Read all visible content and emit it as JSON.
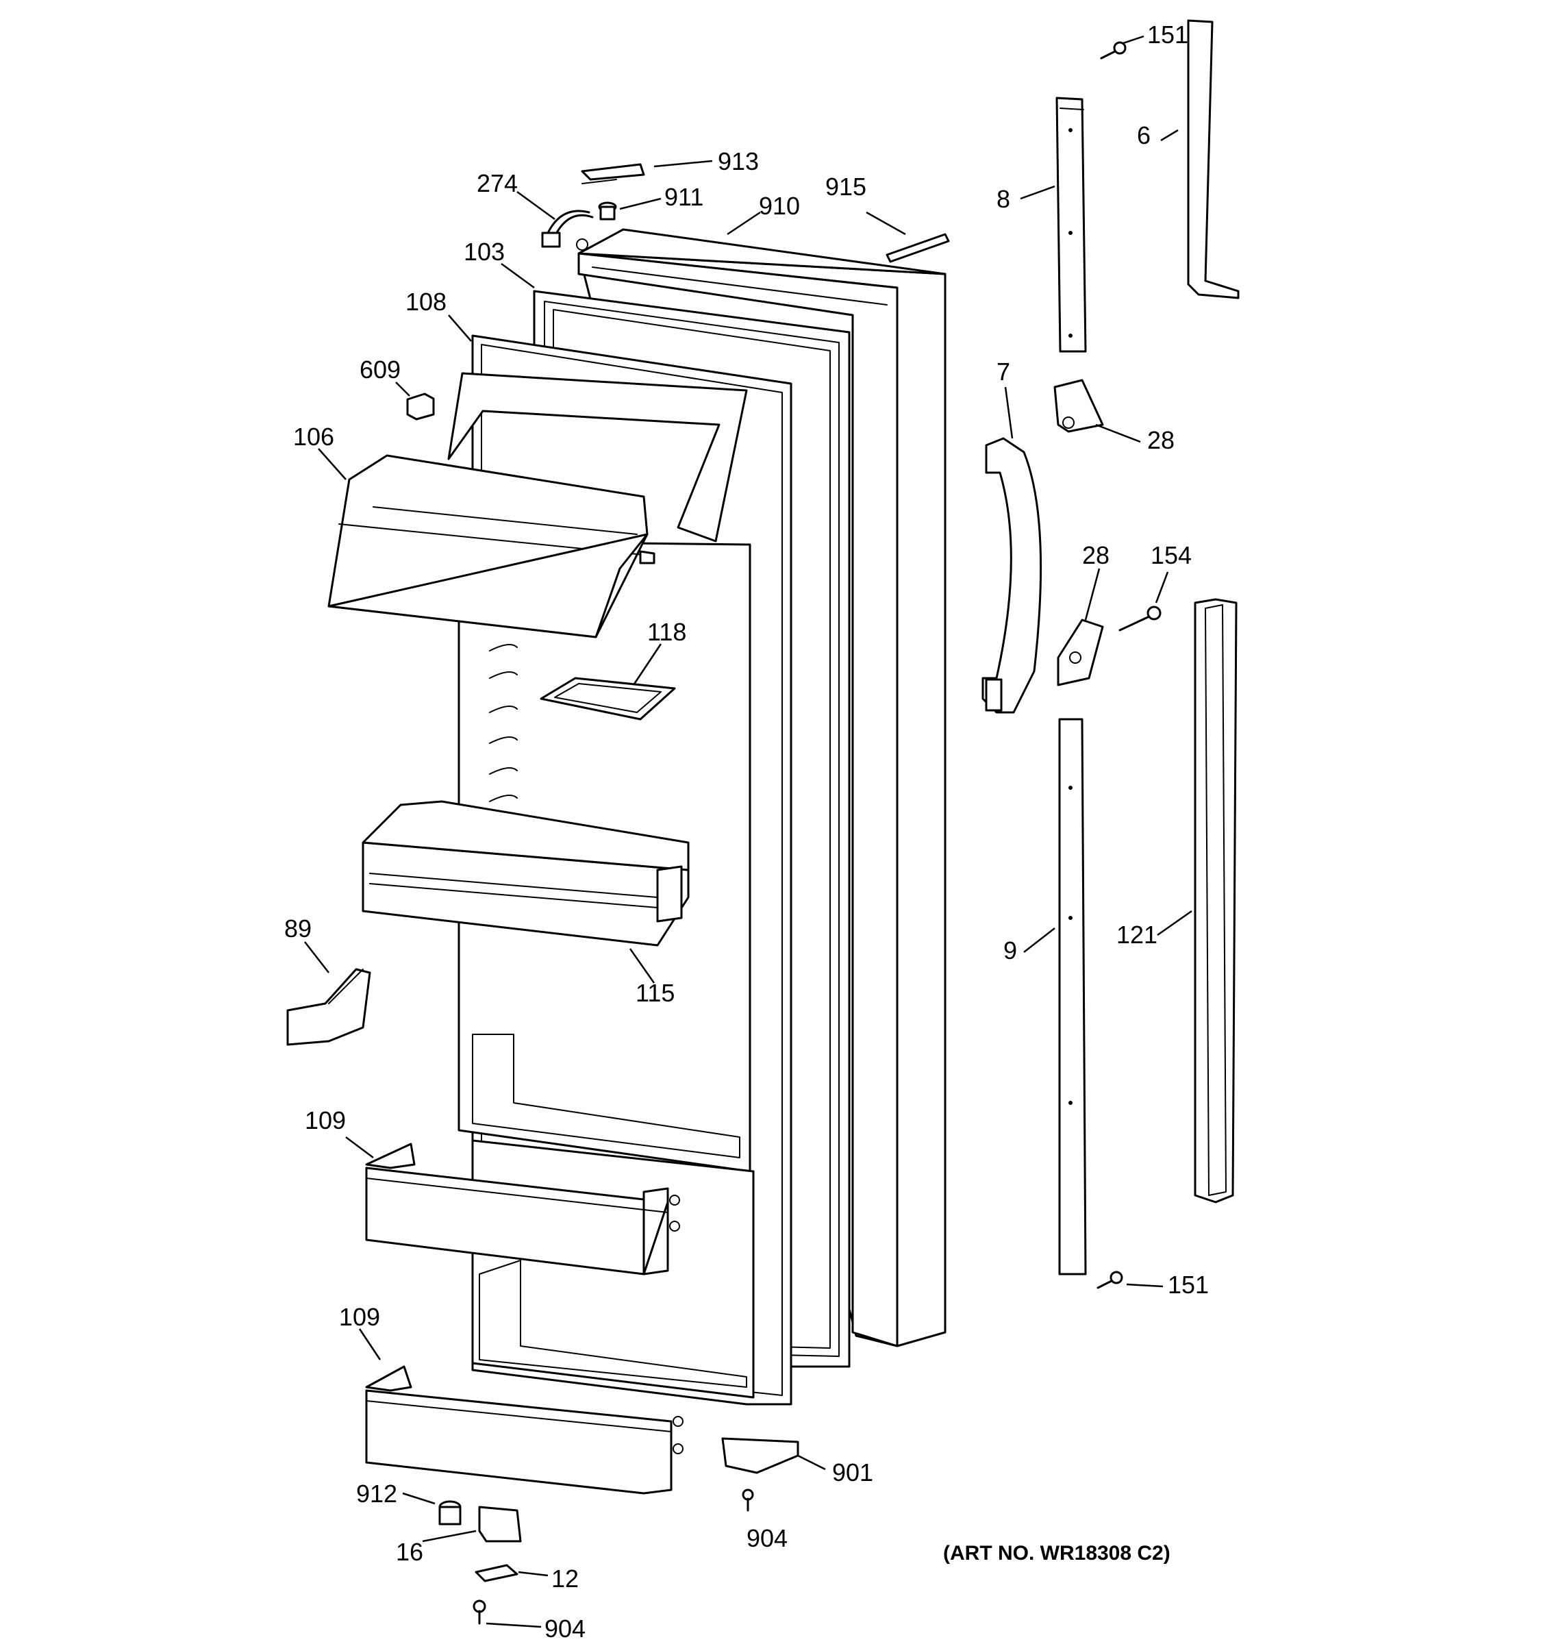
{
  "callouts": {
    "c151a": "151",
    "c6": "6",
    "c913": "913",
    "c274": "274",
    "c911": "911",
    "c915": "915",
    "c910": "910",
    "c8": "8",
    "c103": "103",
    "c108": "108",
    "c609": "609",
    "c7": "7",
    "c28a": "28",
    "c106": "106",
    "c28b": "28",
    "c154": "154",
    "c118": "118",
    "c89": "89",
    "c115": "115",
    "c9": "9",
    "c121": "121",
    "c109a": "109",
    "c151b": "151",
    "c109b": "109",
    "c901": "901",
    "c912": "912",
    "c904a": "904",
    "c16": "16",
    "c12": "12",
    "c904b": "904"
  },
  "art_number": "(ART NO. WR18308 C2)"
}
